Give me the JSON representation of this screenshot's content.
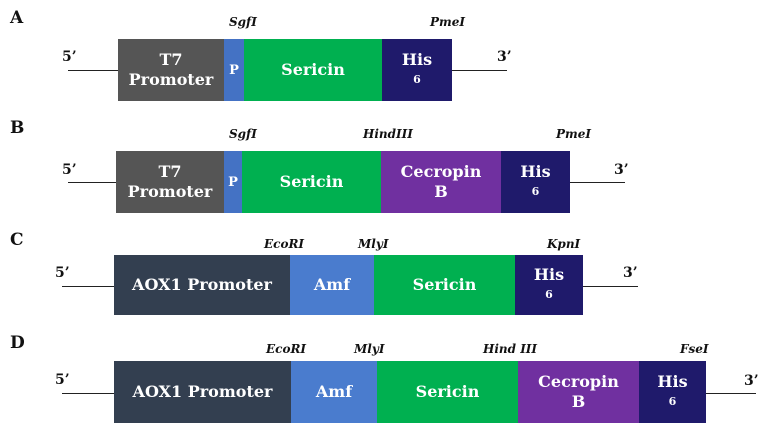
{
  "colors": {
    "t7_promoter": "#555555",
    "p_segment": "#4472c4",
    "sericin": "#00b050",
    "cecropin": "#7030a0",
    "his_tag": "#1f1a6b",
    "aox1_promoter": "#333f50",
    "amf": "#4a7cce"
  },
  "panels": {
    "a": {
      "label": "A",
      "five_prime": "5’",
      "three_prime": "3’",
      "sites": [
        "SgfI",
        "PmeI"
      ],
      "segments": {
        "t7_line1": "T7",
        "t7_line2": "Promoter",
        "p": "P",
        "sericin": "Sericin",
        "his": "His",
        "his_sub": "6"
      }
    },
    "b": {
      "label": "B",
      "five_prime": "5’",
      "three_prime": "3’",
      "sites": [
        "SgfI",
        "HindIII",
        "PmeI"
      ],
      "segments": {
        "t7_line1": "T7",
        "t7_line2": "Promoter",
        "p": "P",
        "sericin": "Sericin",
        "cecropin_line1": "Cecropin",
        "cecropin_line2": "B",
        "his": "His",
        "his_sub": "6"
      }
    },
    "c": {
      "label": "C",
      "five_prime": "5’",
      "three_prime": "3’",
      "sites": [
        "EcoRI",
        "MlyI",
        "KpnI"
      ],
      "segments": {
        "aox1": "AOX1 Promoter",
        "amf": "Amf",
        "sericin": "Sericin",
        "his": "His",
        "his_sub": "6"
      }
    },
    "d": {
      "label": "D",
      "five_prime": "5’",
      "three_prime": "3’",
      "sites": [
        "EcoRI",
        "MlyI",
        "Hind III",
        "FseI"
      ],
      "segments": {
        "aox1": "AOX1 Promoter",
        "amf": "Amf",
        "sericin": "Sericin",
        "cecropin_line1": "Cecropin",
        "cecropin_line2": "B",
        "his": "His",
        "his_sub": "6"
      }
    }
  }
}
